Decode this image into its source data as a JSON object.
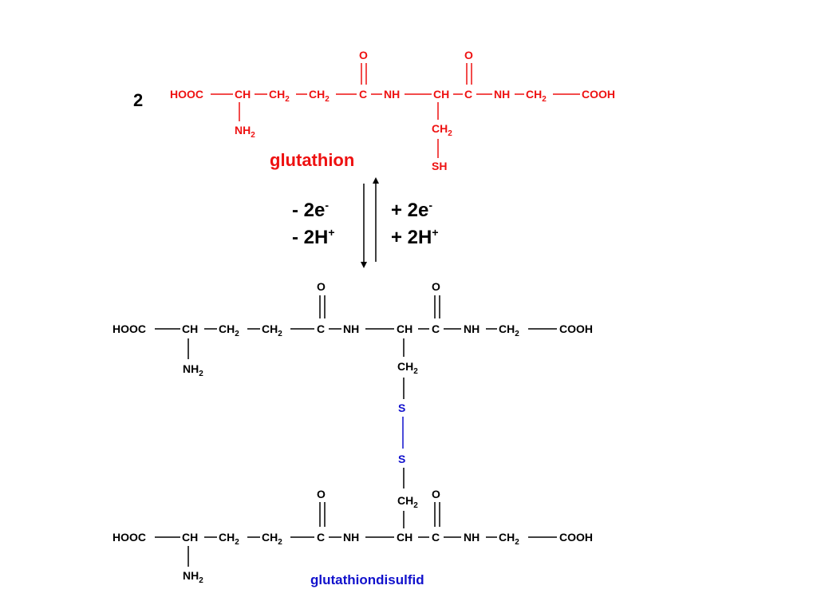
{
  "colors": {
    "red": "#ee1111",
    "blue": "#1111cc",
    "black": "#000000"
  },
  "coefficient": "2",
  "glutathione": {
    "label": "glutathion",
    "atoms": {
      "hooc": "HOOC",
      "ch1": "CH",
      "ch2a": "CH",
      "ch2b": "CH",
      "c1": "C",
      "o1": "O",
      "nh1": "NH",
      "ch3": "CH",
      "c2": "C",
      "o2": "O",
      "nh2": "NH",
      "ch2c": "CH",
      "cooh": "COOH",
      "nh2sub": "NH",
      "ch2side": "CH",
      "sh": "SH"
    },
    "subscript": "2"
  },
  "reaction": {
    "left_line1": "- 2e",
    "left_line1_sup": "-",
    "left_line2": "- 2H",
    "left_line2_sup": "+",
    "right_line1": "+ 2e",
    "right_line1_sup": "-",
    "right_line2": "+ 2H",
    "right_line2_sup": "+"
  },
  "disulfide": {
    "label": "glutathiondisulfid",
    "top": {
      "hooc": "HOOC",
      "ch1": "CH",
      "ch2a": "CH",
      "ch2b": "CH",
      "c1": "C",
      "o1": "O",
      "nh1": "NH",
      "ch3": "CH",
      "c2": "C",
      "o2": "O",
      "nh2": "NH",
      "ch2c": "CH",
      "cooh": "COOH",
      "nh2sub": "NH",
      "ch2side": "CH"
    },
    "s1": "S",
    "s2": "S",
    "bottom": {
      "hooc": "HOOC",
      "ch1": "CH",
      "ch2a": "CH",
      "ch2b": "CH",
      "c1": "C",
      "o1": "O",
      "nh1": "NH",
      "ch3": "CH",
      "c2": "C",
      "o2": "O",
      "nh2": "NH",
      "ch2c": "CH",
      "cooh": "COOH",
      "nh2sub": "NH",
      "ch2side": "CH"
    },
    "subscript": "2"
  }
}
